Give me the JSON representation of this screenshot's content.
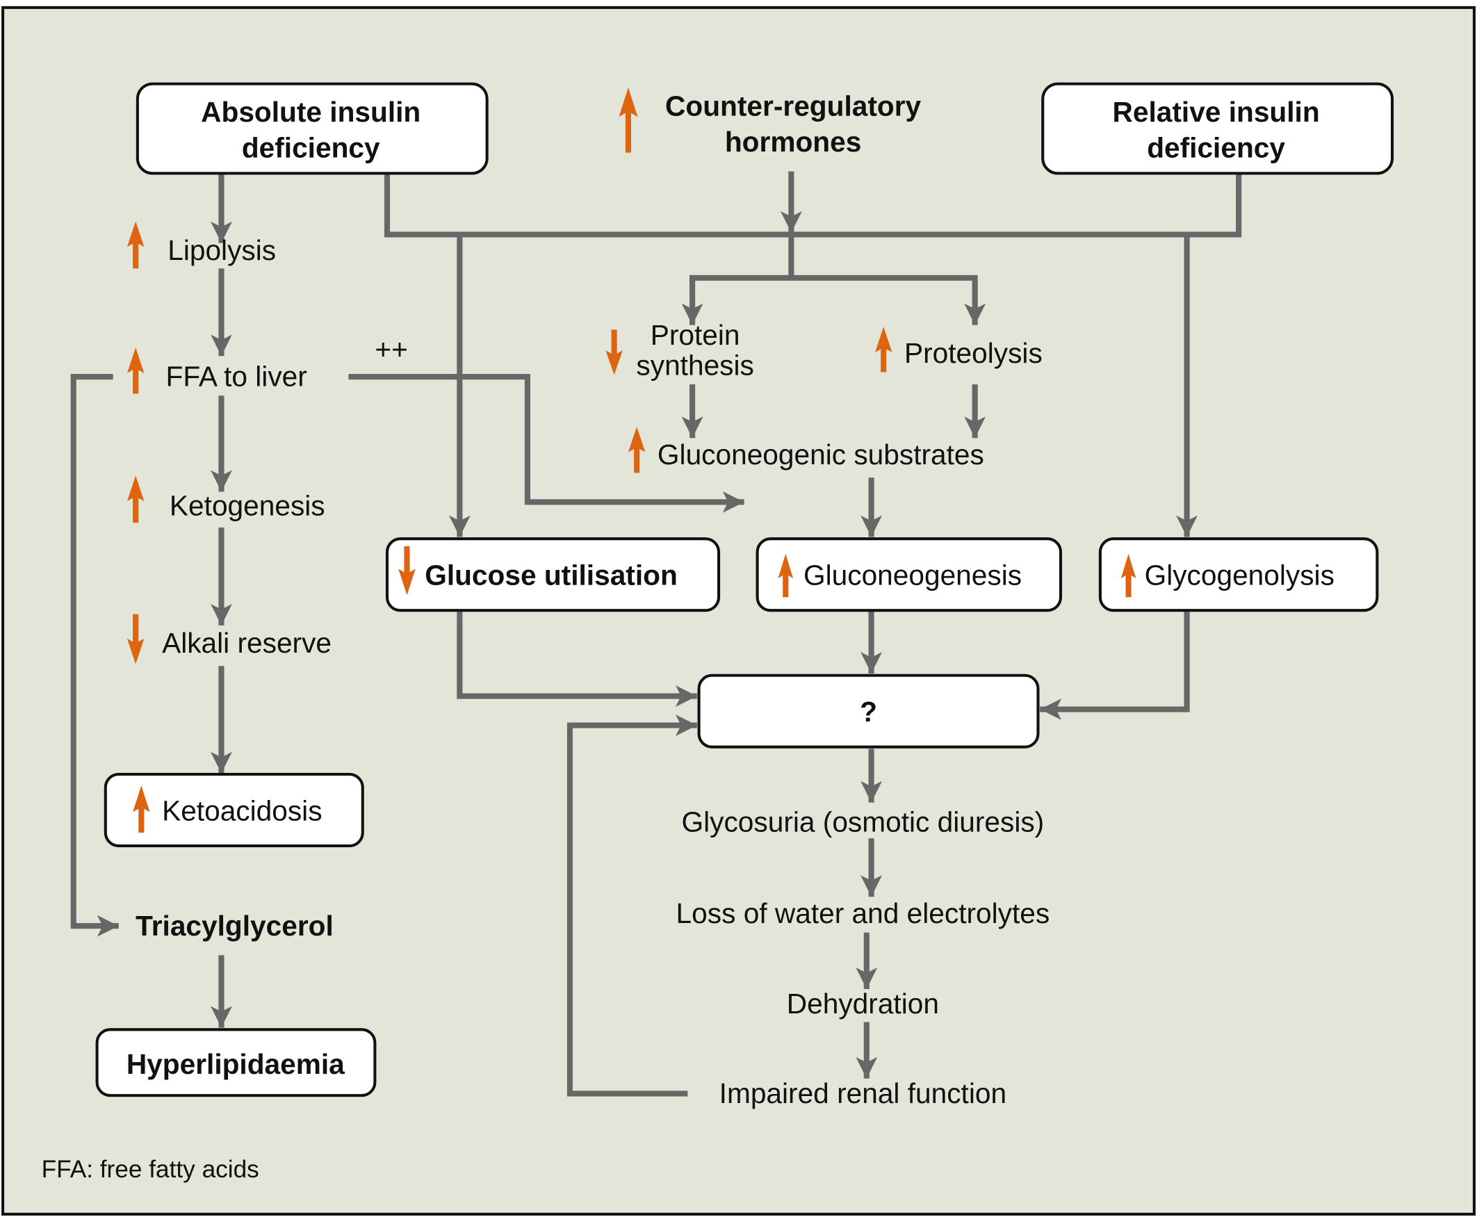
{
  "diagram": {
    "sources": {
      "absolute": {
        "line1": "Absolute insulin",
        "line2": "deficiency"
      },
      "counter": {
        "line1": "Counter-regulatory",
        "line2": "hormones",
        "direction": "up"
      },
      "relative": {
        "line1": "Relative insulin",
        "line2": "deficiency"
      }
    },
    "left_chain": {
      "lipolysis": {
        "label": "Lipolysis",
        "direction": "up"
      },
      "ffa": {
        "label": "FFA to liver",
        "direction": "up"
      },
      "plus_marker": "++",
      "ketogenesis": {
        "label": "Ketogenesis",
        "direction": "up"
      },
      "alkali": {
        "label": "Alkali reserve",
        "direction": "down"
      },
      "ketoacidosis": {
        "label": "Ketoacidosis",
        "direction": "up"
      },
      "triacylglycerol": {
        "label": "Triacylglycerol"
      },
      "hyperlipidaemia": {
        "label": "Hyperlipidaemia"
      }
    },
    "middle": {
      "protein_synthesis": {
        "line1": "Protein",
        "line2": "synthesis",
        "direction": "down"
      },
      "proteolysis": {
        "label": "Proteolysis",
        "direction": "up"
      },
      "substrates": {
        "label": "Gluconeogenic substrates",
        "direction": "up"
      },
      "glucose_utilisation": {
        "label": "Glucose utilisation",
        "direction": "down"
      },
      "gluconeogenesis": {
        "label": "Gluconeogenesis",
        "direction": "up"
      },
      "glycogenolysis": {
        "label": "Glycogenolysis",
        "direction": "up"
      },
      "unknown": {
        "label": "?"
      }
    },
    "outcome_chain": [
      {
        "label": "Glycosuria (osmotic diuresis)"
      },
      {
        "label": "Loss of water and electrolytes"
      },
      {
        "label": "Dehydration"
      },
      {
        "label": "Impaired renal function"
      }
    ],
    "footnote": "FFA: free fatty acids",
    "colors": {
      "background": "#e2e5d7",
      "connector": "#676767",
      "indicator": "#dd6512",
      "box": "#ffffff"
    }
  }
}
